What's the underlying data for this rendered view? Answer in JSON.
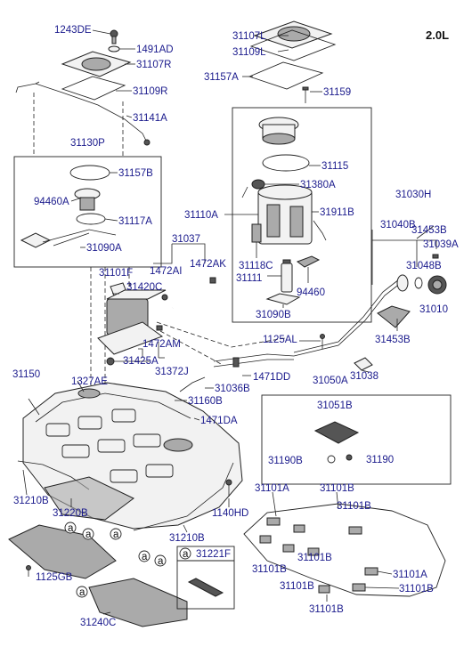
{
  "engine": "2.0L",
  "labels": {
    "p1243DE": "1243DE",
    "p1491AD": "1491AD",
    "p31107R": "31107R",
    "p31109R": "31109R",
    "p31141A": "31141A",
    "p31130P": "31130P",
    "p31157B": "31157B",
    "p94460A": "94460A",
    "p31117A": "31117A",
    "p31090A": "31090A",
    "p31107L": "31107L",
    "p31109L": "31109L",
    "p31157A": "31157A",
    "p31159": "31159",
    "p31115": "31115",
    "p31380A": "31380A",
    "p31110A": "31110A",
    "p31911B": "31911B",
    "p31118C": "31118C",
    "p31111": "31111",
    "p94460": "94460",
    "p31090B": "31090B",
    "p31030H": "31030H",
    "p31040B": "31040B",
    "p31453B_top": "31453B",
    "p31039A": "31039A",
    "p31048B": "31048B",
    "p31010": "31010",
    "p31453B": "31453B",
    "p31037": "31037",
    "p1472AI": "1472AI",
    "p1472AK": "1472AK",
    "p31101F": "31101F",
    "p31420C": "31420C",
    "p1472AM": "1472AM",
    "p31425A": "31425A",
    "p31372J": "31372J",
    "p1125AL": "1125AL",
    "p31038": "31038",
    "p31150": "31150",
    "p1327AE": "1327AE",
    "p1471DD": "1471DD",
    "p31036B": "31036B",
    "p31160B": "31160B",
    "p1471DA": "1471DA",
    "p31050A": "31050A",
    "p31051B": "31051B",
    "p31190B_l": "31190B",
    "p31190B_r": "31190",
    "p31210B_l": "31210B",
    "p31220B": "31220B",
    "p1140HD": "1140HD",
    "p31210B_b": "31210B",
    "p1125GB": "1125GB",
    "p31221F": "31221F",
    "p31240C": "31240C",
    "p31101A_t": "31101A",
    "p31101B_1": "31101B",
    "p31101B_2": "31101B",
    "p31101B_3": "31101B",
    "p31101B_4": "31101B",
    "p31101B_5": "31101B",
    "p31101A_r": "31101A",
    "p31101B_6": "31101B",
    "p31101B_7": "31101B"
  },
  "callout_letter": "a"
}
